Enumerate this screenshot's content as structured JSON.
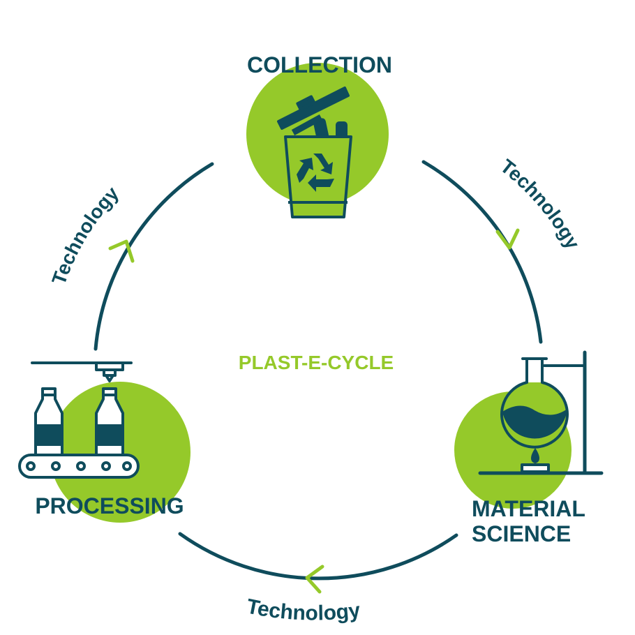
{
  "colors": {
    "dark": "#0f4c5c",
    "green": "#95c92a",
    "white": "#ffffff"
  },
  "center_label": "PLAST-E-CYCLE",
  "nodes": {
    "collection": {
      "label": "COLLECTION",
      "icon": "recycle-bin-icon"
    },
    "material_science": {
      "line1": "MATERIAL",
      "line2": "SCIENCE",
      "icon": "lab-flask-icon"
    },
    "processing": {
      "label": "PROCESSING",
      "icon": "bottle-conveyor-icon"
    }
  },
  "connectors": {
    "top_right": "Technology",
    "bottom": "Technology",
    "top_left": "Technology"
  }
}
